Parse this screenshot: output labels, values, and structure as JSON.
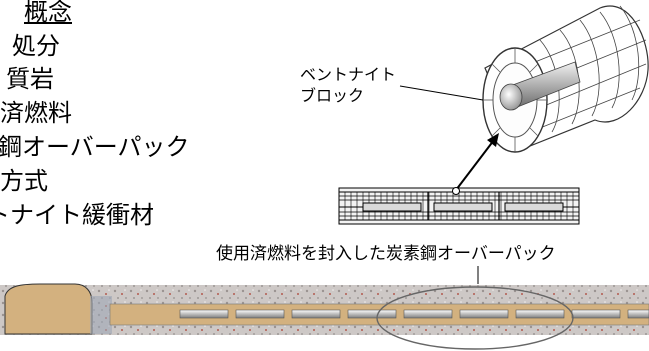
{
  "list": {
    "items": [
      "概念",
      "処分",
      "質岩",
      "済燃料",
      "鋼オーバーパック",
      "方式",
      "トナイト緩衝材"
    ]
  },
  "callout": {
    "line1": "ベントナイト",
    "line2": "ブロック"
  },
  "caption": "使用済燃料を封入した炭素鋼オーバーパック",
  "colors": {
    "rock": "#c9c3c1",
    "tunnel_fill": "#d3b17f",
    "canister": "#e6e6e6",
    "pipe": "#000000",
    "ellipse": "#666666"
  }
}
